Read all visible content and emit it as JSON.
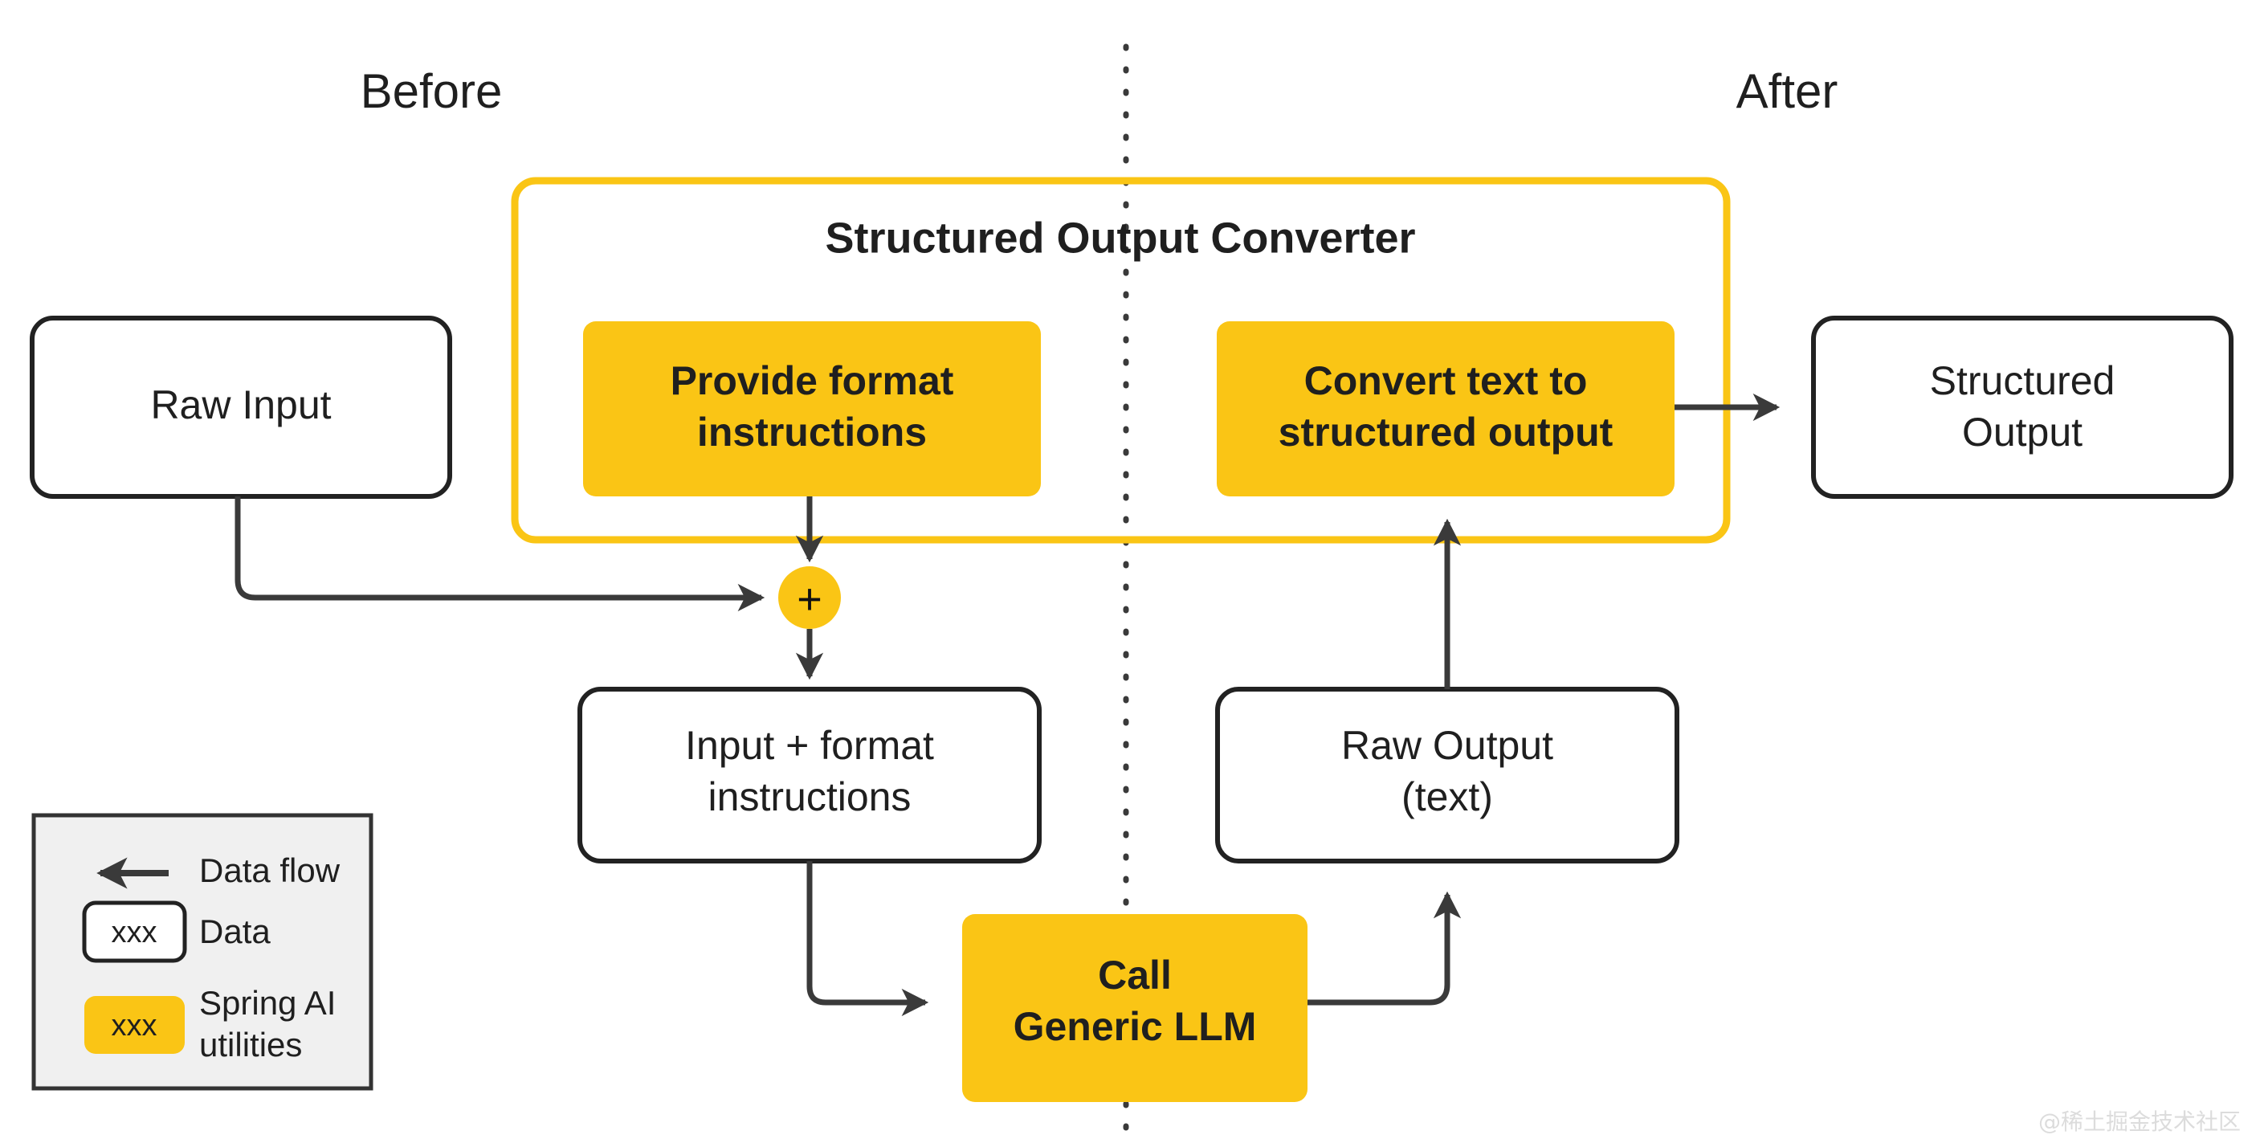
{
  "diagram": {
    "title": "Structured Output Converter",
    "phases": {
      "before_label": "Before",
      "after_label": "After"
    },
    "colors": {
      "accent_yellow": "#FAC515",
      "line_dark": "#3a3a3a",
      "box_border": "#222222",
      "legend_background": "#f0f0f0",
      "text": "#1f1f1f",
      "watermark": "#dcdcdc"
    },
    "nodes": {
      "raw_input": {
        "label": "Raw Input",
        "kind": "data"
      },
      "provide_format_instructions": {
        "label_line1": "Provide format",
        "label_line2": "instructions",
        "kind": "spring-ai-utility"
      },
      "convert_text": {
        "label_line1": "Convert text to",
        "label_line2": "structured  output",
        "kind": "spring-ai-utility"
      },
      "structured_output": {
        "label_line1": "Structured",
        "label_line2": "Output",
        "kind": "data"
      },
      "merge_junction": {
        "label": "+",
        "kind": "junction"
      },
      "input_plus_format": {
        "label_line1": "Input + format",
        "label_line2": "instructions",
        "kind": "data"
      },
      "raw_output": {
        "label_line1": "Raw Output",
        "label_line2": "(text)",
        "kind": "data"
      },
      "call_llm": {
        "label_line1": "Call",
        "label_line2": "Generic LLM",
        "kind": "spring-ai-utility"
      }
    },
    "legend": {
      "items": [
        {
          "label": "Data flow",
          "swatch": "arrow",
          "chip_text": ""
        },
        {
          "label": "Data",
          "swatch": "white-box",
          "chip_text": "xxx"
        },
        {
          "label_line1": "Spring AI",
          "label_line2": "utilities",
          "swatch": "yellow-box",
          "chip_text": "xxx"
        }
      ]
    },
    "watermark": "@稀土掘金技术社区"
  }
}
